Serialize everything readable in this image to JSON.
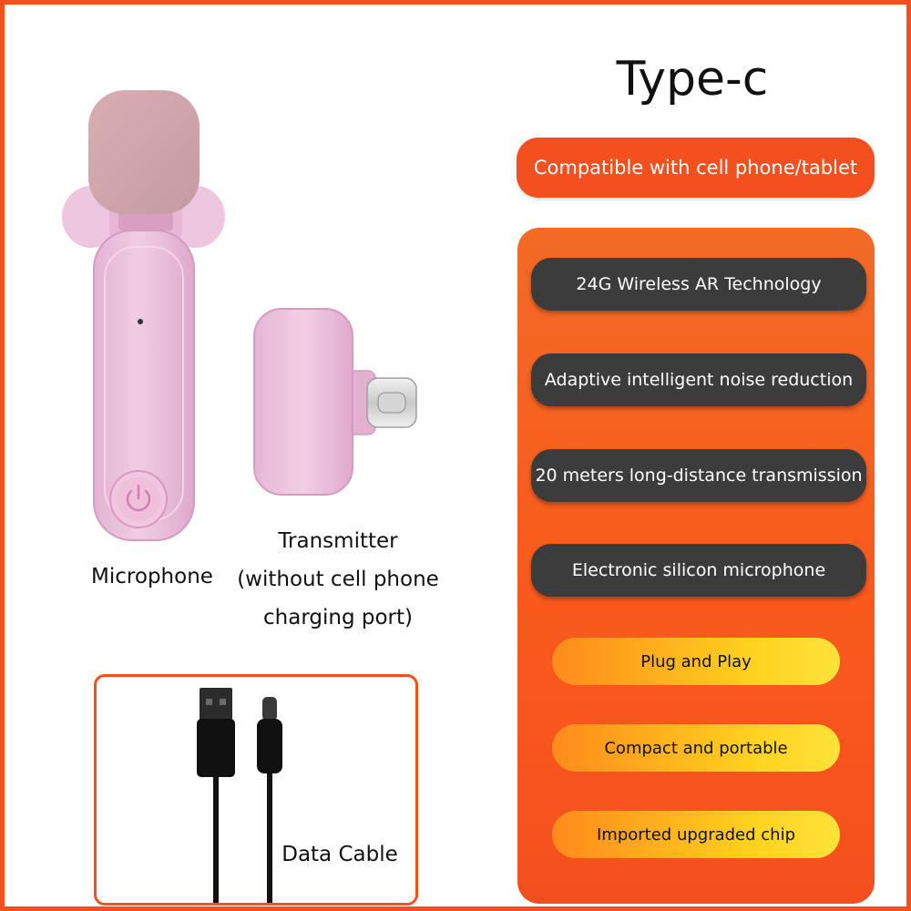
{
  "title": "Type-c",
  "compatibility": "Compatible with cell phone/tablet",
  "features_dark": [
    "24G Wireless AR Technology",
    "Adaptive intelligent noise reduction",
    "20 meters long-distance transmission",
    "Electronic silicon microphone"
  ],
  "features_light": [
    "Plug and Play",
    "Compact and portable",
    "Imported upgraded chip"
  ],
  "products": {
    "microphone_label": "Microphone",
    "transmitter_label_lines": [
      "Transmitter",
      "(without cell phone",
      "charging port)"
    ],
    "cable_label": "Data Cable"
  },
  "colors": {
    "accent_orange": "#f4501f",
    "dark_pill": "#3c3c3c",
    "yellow_pill": "#ffd21f",
    "product_pink": "#e9bcd8"
  },
  "icons": [
    "power-icon"
  ]
}
